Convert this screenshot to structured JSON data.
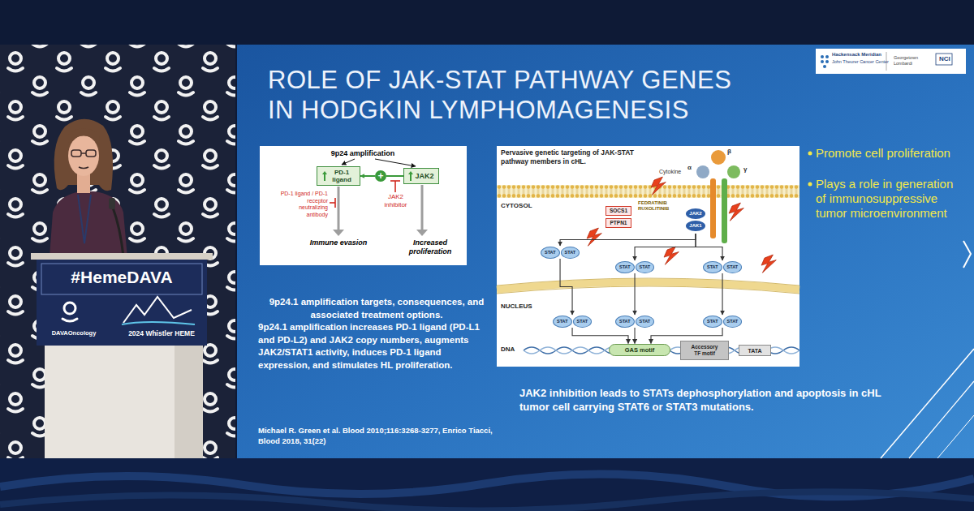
{
  "diagram": {
    "title": "ROLE OF JAK-STAT PATHWAY GENES IN HODGKIN LYMPHOMAGENESIS",
    "nodes": [
      {
        "text": [
          "9p24 amplification",
          "PD-1 ligand / PD-1 receptor neutralizing antibody",
          "JAK2 inhibitor",
          "Immune evasion",
          "Increased proliferation"
        ]
      },
      {
        "text": [
          "PD-1 ligand"
        ],
        "in": 0
      },
      {
        "text": [
          "+"
        ],
        "in": 0
      },
      {
        "text": [
          "JAK2"
        ],
        "in": 0
      },
      {
        "text": [
          "Pervasive genetic targeting of JAK-STAT pathway members in cHL.",
          "CYTOSOL",
          "NUCLEUS",
          "DNA",
          "Cytokine",
          "β",
          "α",
          "γ",
          "FEDRATINIB RUXOLITINIB"
        ]
      },
      {
        "text": [
          "SOCS1"
        ],
        "in": 4
      },
      {
        "text": [
          "PTPN1"
        ],
        "in": 4
      },
      {
        "text": [
          "JAK2",
          "JAK1"
        ],
        "in": 4
      },
      {
        "text": [
          "STAT",
          "STAT"
        ],
        "in": 4
      },
      {
        "text": [
          "STAT",
          "STAT"
        ],
        "in": 4
      },
      {
        "text": [
          "STAT",
          "STAT"
        ],
        "in": 4
      },
      {
        "text": [
          "STAT",
          "STAT"
        ],
        "in": 4
      },
      {
        "text": [
          "STAT",
          "STAT"
        ],
        "in": 4
      },
      {
        "text": [
          "STAT",
          "STAT"
        ],
        "in": 4
      },
      {
        "text": [
          "GAS motif"
        ],
        "in": 4
      },
      {
        "text": [
          "Accessory TF motif"
        ],
        "in": 4
      },
      {
        "text": [
          "TATA"
        ],
        "in": 4
      },
      {
        "text": [
          "#HemeDAVA",
          "DAVAOncology",
          "2024 Whistler HEME"
        ]
      },
      {
        "text": [
          "Hackensack Meridian",
          "John Theurer Cancer Center",
          "Georgetown Lombardi",
          "NCI"
        ]
      }
    ],
    "edges": [
      {
        "from": 3,
        "to": 2,
        "arrow": "none"
      },
      {
        "from": 2,
        "to": 1,
        "arrow": "to"
      },
      {
        "from": 7,
        "to": 8,
        "arrow": "to"
      },
      {
        "from": 7,
        "to": 9,
        "arrow": "to"
      },
      {
        "from": 7,
        "to": 10,
        "arrow": "to"
      },
      {
        "from": 8,
        "to": 11,
        "arrow": "to"
      },
      {
        "from": 9,
        "to": 12,
        "arrow": "to"
      },
      {
        "from": 10,
        "to": 13,
        "arrow": "to"
      },
      {
        "from": 11,
        "to": 14,
        "arrow": "to"
      },
      {
        "from": 12,
        "to": 14,
        "arrow": "to"
      },
      {
        "from": 13,
        "to": 14,
        "arrow": "to"
      }
    ],
    "labels": [
      "9p24.1 amplification targets, consequences, and associated treatment options.",
      "9p24.1 amplification increases PD-1 ligand (PD-L1 and PD-L2) and JAK2 copy numbers, augments JAK2/STAT1 activity, induces PD-1 ligand expression, and stimulates HL proliferation.",
      "Michael R. Green et al. Blood 2010;116:3268-3277, Enrico Tiacci, Blood 2018, 31(22)",
      "Promote cell proliferation",
      "Plays a role in generation of immunosuppressive tumor microenvironment",
      "JAK2 inhibition leads to STATs dephosphorylation and apoptosis in cHL tumor cell carrying STAT6 or STAT3 mutations."
    ]
  }
}
